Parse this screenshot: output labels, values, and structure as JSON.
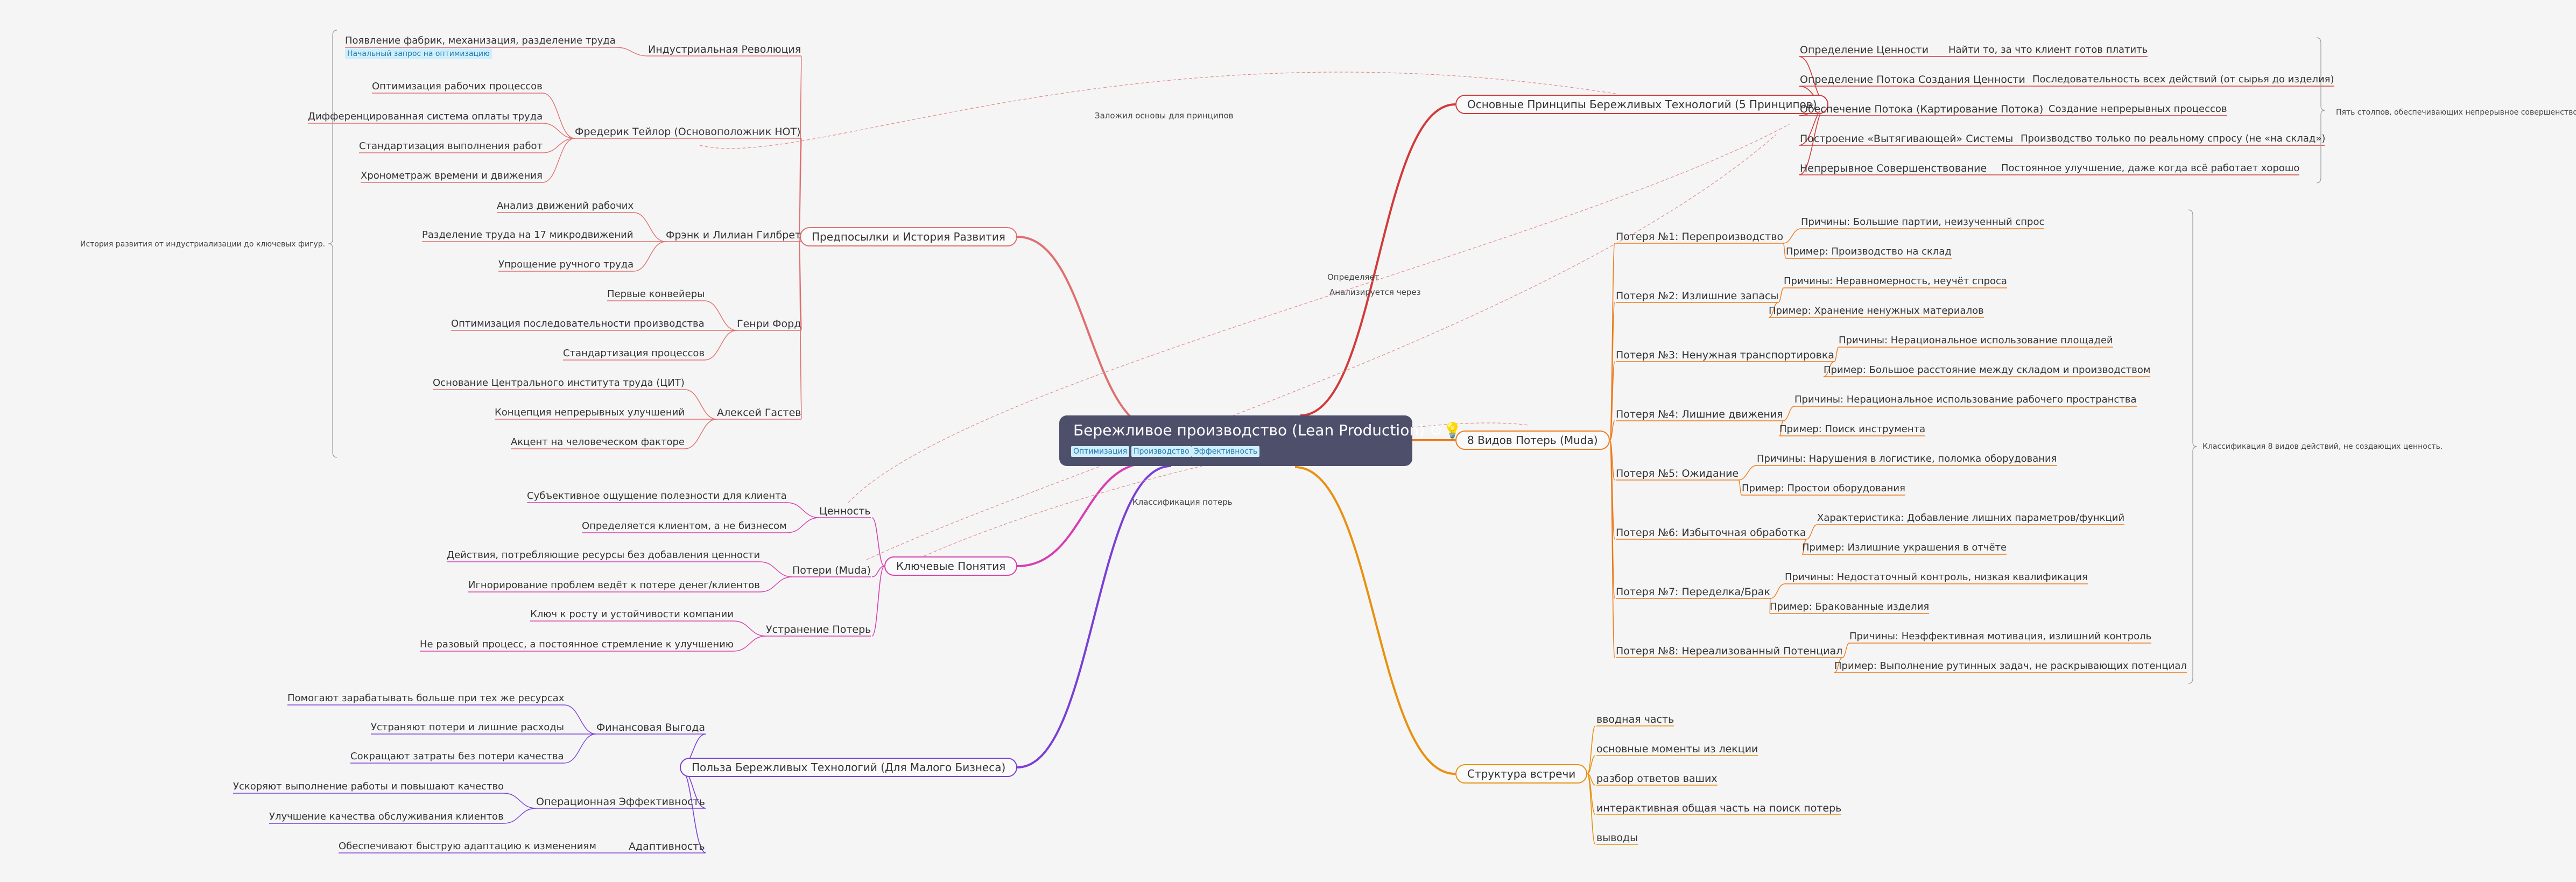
{
  "root": {
    "title": "Бережливое производство (Lean Production)",
    "icons": [
      "gear-icon",
      "lightbulb-icon"
    ],
    "tags": [
      "Оптимизация",
      "Производство",
      "Эффективность"
    ]
  },
  "colors": {
    "root_bg": "#4d4f6b",
    "history": "#e06f6f",
    "concepts": "#d63fb0",
    "benefits": "#7b3fd6",
    "principles": "#d23a3a",
    "muda": "#ee7a1a",
    "meeting": "#e8900f",
    "tag_bg": "#cfeefb",
    "tag_text": "#1f7ab0"
  },
  "branches": {
    "history": {
      "label": "Предпосылки и История Развития",
      "summary": "История развития от индустриализации до ключевых фигур.",
      "children": [
        {
          "label": "Индустриальная Революция",
          "children": [
            {
              "label": "Появление фабрик, механизация, разделение труда",
              "tag": "Начальный запрос на оптимизацию"
            }
          ]
        },
        {
          "label": "Фредерик Тейлор (Основоположник НОТ)",
          "children": [
            {
              "label": "Оптимизация рабочих процессов"
            },
            {
              "label": "Дифференцированная система оплаты труда"
            },
            {
              "label": "Стандартизация выполнения работ"
            },
            {
              "label": "Хронометраж времени и движения"
            }
          ]
        },
        {
          "label": "Фрэнк и Лилиан Гилбрет",
          "children": [
            {
              "label": "Анализ движений рабочих"
            },
            {
              "label": "Разделение труда на 17 микродвижений"
            },
            {
              "label": "Упрощение ручного труда"
            }
          ]
        },
        {
          "label": "Генри Форд",
          "children": [
            {
              "label": "Первые конвейеры"
            },
            {
              "label": "Оптимизация последовательности производства"
            },
            {
              "label": "Стандартизация процессов"
            }
          ]
        },
        {
          "label": "Алексей Гастев",
          "children": [
            {
              "label": "Основание Центрального института труда (ЦИТ)"
            },
            {
              "label": "Концепция непрерывных улучшений"
            },
            {
              "label": "Акцент на человеческом факторе"
            }
          ]
        }
      ]
    },
    "concepts": {
      "label": "Ключевые Понятия",
      "children": [
        {
          "label": "Ценность",
          "children": [
            {
              "label": "Субъективное ощущение полезности для клиента"
            },
            {
              "label": "Определяется клиентом, а не бизнесом"
            }
          ]
        },
        {
          "label": "Потери (Muda)",
          "children": [
            {
              "label": "Действия, потребляющие ресурсы без добавления ценности"
            },
            {
              "label": "Игнорирование проблем ведёт к потере денег/клиентов"
            }
          ]
        },
        {
          "label": "Устранение Потерь",
          "children": [
            {
              "label": "Ключ к росту и устойчивости компании"
            },
            {
              "label": "Не разовый процесс, а постоянное стремление к улучшению"
            }
          ]
        }
      ]
    },
    "benefits": {
      "label": "Польза Бережливых Технологий (Для Малого Бизнеса)",
      "children": [
        {
          "label": "Финансовая Выгода",
          "children": [
            {
              "label": "Помогают зарабатывать больше при тех же ресурсах"
            },
            {
              "label": "Устраняют потери и лишние расходы"
            },
            {
              "label": "Сокращают затраты без потери качества"
            }
          ]
        },
        {
          "label": "Операционная Эффективность",
          "children": [
            {
              "label": "Ускоряют выполнение работы и повышают качество"
            },
            {
              "label": "Улучшение качества обслуживания клиентов"
            }
          ]
        },
        {
          "label": "Адаптивность",
          "children": [
            {
              "label": "Обеспечивают быструю адаптацию к изменениям"
            }
          ]
        }
      ]
    },
    "principles": {
      "label": "Основные Принципы Бережливых Технологий (5 Принципов)",
      "summary": "Пять столпов, обеспечивающих непрерывное совершенствование.",
      "children": [
        {
          "label": "Определение Ценности",
          "children": [
            {
              "label": "Найти то, за что клиент готов платить"
            }
          ]
        },
        {
          "label": "Определение Потока Создания Ценности",
          "children": [
            {
              "label": "Последовательность всех действий (от сырья до изделия)"
            }
          ]
        },
        {
          "label": "Обеспечение Потока (Картирование Потока)",
          "children": [
            {
              "label": "Создание непрерывных процессов"
            }
          ]
        },
        {
          "label": "Построение «Вытягивающей» Системы",
          "children": [
            {
              "label": "Производство только по реальному спросу (не «на склад»)"
            }
          ]
        },
        {
          "label": "Непрерывное Совершенствование",
          "children": [
            {
              "label": "Постоянное улучшение, даже когда всё работает хорошо"
            }
          ]
        }
      ]
    },
    "muda": {
      "label": "8 Видов Потерь (Muda)",
      "summary": "Классификация 8 видов действий, не создающих ценность.",
      "children": [
        {
          "label": "Потеря №1: Перепроизводство",
          "children": [
            {
              "label": "Причины: Большие партии, неизученный спрос"
            },
            {
              "label": "Пример: Производство на склад"
            }
          ]
        },
        {
          "label": "Потеря №2: Излишние запасы",
          "children": [
            {
              "label": "Причины: Неравномерность, неучёт спроса"
            },
            {
              "label": "Пример: Хранение ненужных материалов"
            }
          ]
        },
        {
          "label": "Потеря №3: Ненужная транспортировка",
          "children": [
            {
              "label": "Причины: Нерациональное использование площадей"
            },
            {
              "label": "Пример: Большое расстояние между складом и производством"
            }
          ]
        },
        {
          "label": "Потеря №4: Лишние движения",
          "children": [
            {
              "label": "Причины: Нерациональное использование рабочего пространства"
            },
            {
              "label": "Пример: Поиск инструмента"
            }
          ]
        },
        {
          "label": "Потеря №5: Ожидание",
          "children": [
            {
              "label": "Причины: Нарушения в логистике, поломка оборудования"
            },
            {
              "label": "Пример: Простои оборудования"
            }
          ]
        },
        {
          "label": "Потеря №6: Избыточная обработка",
          "children": [
            {
              "label": "Характеристика: Добавление лишних параметров/функций"
            },
            {
              "label": "Пример: Излишние украшения в отчёте"
            }
          ]
        },
        {
          "label": "Потеря №7: Переделка/Брак",
          "children": [
            {
              "label": "Причины: Недостаточный контроль, низкая квалификация"
            },
            {
              "label": "Пример: Бракованные изделия"
            }
          ]
        },
        {
          "label": "Потеря №8: Нереализованный Потенциал",
          "children": [
            {
              "label": "Причины: Неэффективная мотивация, излишний контроль"
            },
            {
              "label": "Пример: Выполнение рутинных задач, не раскрывающих потенциал"
            }
          ]
        }
      ]
    },
    "meeting": {
      "label": "Структура встречи",
      "children": [
        {
          "label": "вводная часть"
        },
        {
          "label": "основные моменты из лекции"
        },
        {
          "label": "разбор ответов ваших"
        },
        {
          "label": "интерактивная общая часть на поиск потерь"
        },
        {
          "label": "выводы"
        }
      ]
    }
  },
  "relationships": [
    {
      "label": "Заложил основы для принципов"
    },
    {
      "label": "Определяет"
    },
    {
      "label": "Анализируется через"
    },
    {
      "label": "Классификация потерь"
    }
  ]
}
